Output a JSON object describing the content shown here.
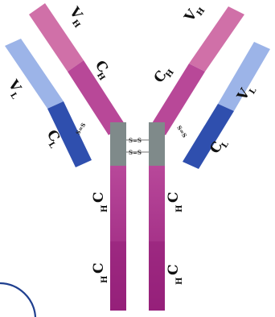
{
  "colors": {
    "heavy_variable": "#d070a8",
    "heavy_constant": "#b84898",
    "heavy_stem_upper": "#b8489a",
    "heavy_stem_lower": "#96207a",
    "light_variable": "#9cb4e8",
    "light_constant": "#2f4fae",
    "hinge": "#7f8a8a",
    "arc": "#1f3f8f"
  },
  "labels": {
    "vh_left_main": "V",
    "vh_left_sub": "H",
    "ch_left_main": "C",
    "ch_left_sub": "H",
    "vl_left_main": "V",
    "vl_left_sub": "L",
    "cl_left_main": "C",
    "cl_left_sub": "L",
    "vh_right_main": "V",
    "vh_right_sub": "H",
    "ch_right_main": "C",
    "ch_right_sub": "H",
    "vl_right_main": "V",
    "vl_right_sub": "L",
    "cl_right_main": "C",
    "cl_right_sub": "L",
    "ch_stem_left_upper_main": "C",
    "ch_stem_left_upper_sub": "H",
    "ch_stem_left_lower_main": "C",
    "ch_stem_left_lower_sub": "H",
    "ch_stem_right_upper_main": "C",
    "ch_stem_right_upper_sub": "H",
    "ch_stem_right_lower_main": "C",
    "ch_stem_right_lower_sub": "H",
    "disulfide_bond": "S=S"
  }
}
